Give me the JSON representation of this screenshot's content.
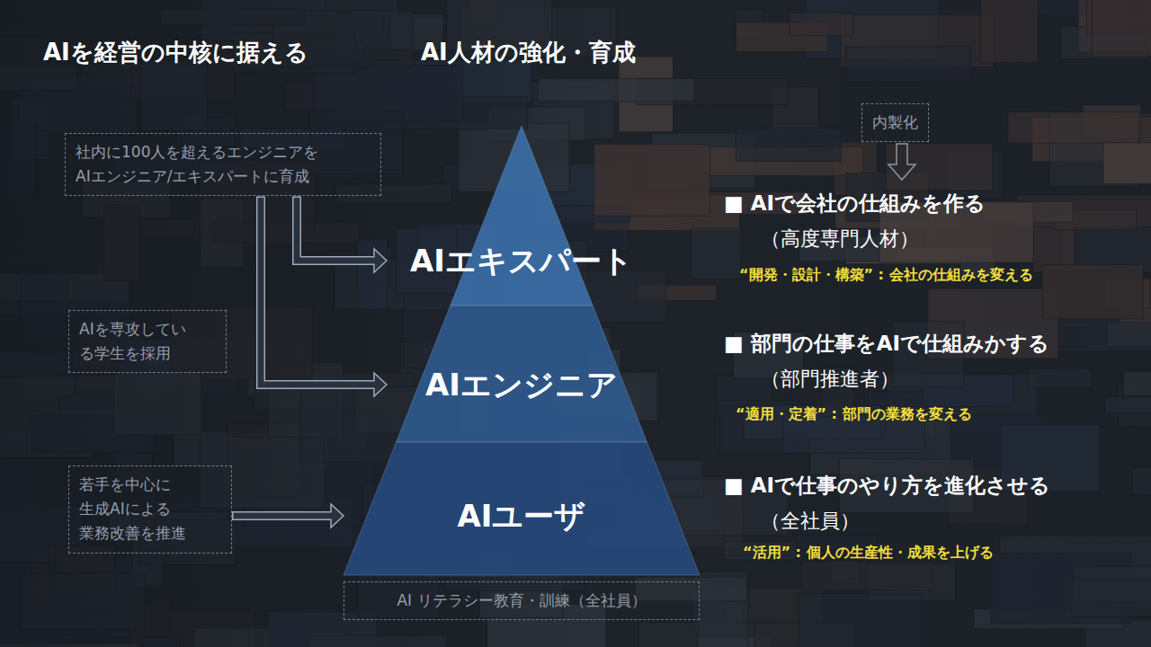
{
  "diagram": {
    "title": "AIを経営の中核に据える",
    "nodes": [
      {
        "text": [
          "社内に100人を超えるエンジニアを AIエンジニア/エキスパートに育成"
        ]
      },
      {
        "text": [
          "内製化"
        ]
      },
      {
        "text": [
          "AIエキスパート"
        ]
      },
      {
        "text": [
          "AIを専攻してい る学生を採用"
        ]
      },
      {
        "text": [
          "AIエンジニア"
        ]
      },
      {
        "text": [
          "若手を中心に 生成AIによる 業務改善を推進"
        ]
      },
      {
        "text": [
          "AIユーザ"
        ]
      },
      {
        "text": [
          "AI リテラシー教育・訓練（全社員）"
        ]
      }
    ],
    "edges": [
      {
        "from": 0,
        "to": 2,
        "arrow": "to"
      },
      {
        "from": 0,
        "to": 4,
        "arrow": "to"
      },
      {
        "from": 5,
        "to": 6,
        "arrow": "to"
      }
    ],
    "labels": [
      "AI人材の強化・育成",
      "■ AIで会社の仕組みを作る",
      "（高度専門人材）",
      "“開発・設計・構築” : 会社の仕組みを変える",
      "■ 部門の仕事をAIで仕組みかする",
      "（部門推進者）",
      "“適用・定着” : 部門の業務を変える",
      "■ AIで仕事のやり方を進化させる",
      "（全社員）",
      "“活用” : 個人の生産性・成果を上げる"
    ]
  }
}
